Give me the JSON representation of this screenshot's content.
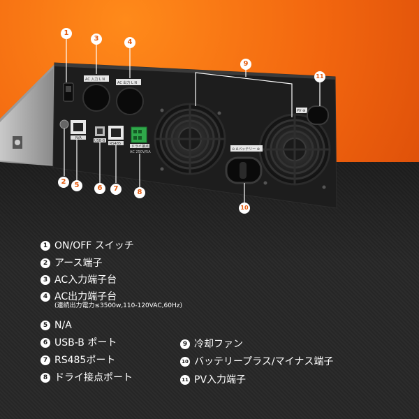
{
  "panel_labels": {
    "ac_input": "AC 入力  L  N",
    "ac_output": "AC 出力  L  N",
    "lan": "N/A",
    "usb": "USB-B",
    "rs485": "RS485",
    "dry": "ドライ接点",
    "dry_spec": "AC 250V/5A",
    "battery": "⊖ Aバッテリー ⊕",
    "pv": "PV ⊕"
  },
  "badges": [
    {
      "n": "1"
    },
    {
      "n": "2"
    },
    {
      "n": "3"
    },
    {
      "n": "4"
    },
    {
      "n": "5"
    },
    {
      "n": "6"
    },
    {
      "n": "7"
    },
    {
      "n": "8"
    },
    {
      "n": "9"
    },
    {
      "n": "10"
    },
    {
      "n": "11"
    }
  ],
  "legend": [
    {
      "n": "1",
      "label": "ON/OFF スイッチ"
    },
    {
      "n": "2",
      "label": "アース端子"
    },
    {
      "n": "3",
      "label": "AC入力端子台"
    },
    {
      "n": "4",
      "label": "AC出力端子台",
      "sub": "(連続出力電力≤3500w,110-120VAC,60Hz)"
    },
    {
      "n": "5",
      "label": "N/A"
    },
    {
      "n": "6",
      "label": "USB-B ポート"
    },
    {
      "n": "7",
      "label": "RS485ポート"
    },
    {
      "n": "8",
      "label": "ドライ接点ポート"
    },
    {
      "n": "9",
      "label": "冷却ファン"
    },
    {
      "n": "10",
      "label": "バッテリープラス/マイナス端子"
    },
    {
      "n": "11",
      "label": "PV入力端子"
    }
  ],
  "colors": {
    "accent": "#f2660f",
    "dark": "#2a2a2a",
    "chassis": "#1d1d1d"
  }
}
